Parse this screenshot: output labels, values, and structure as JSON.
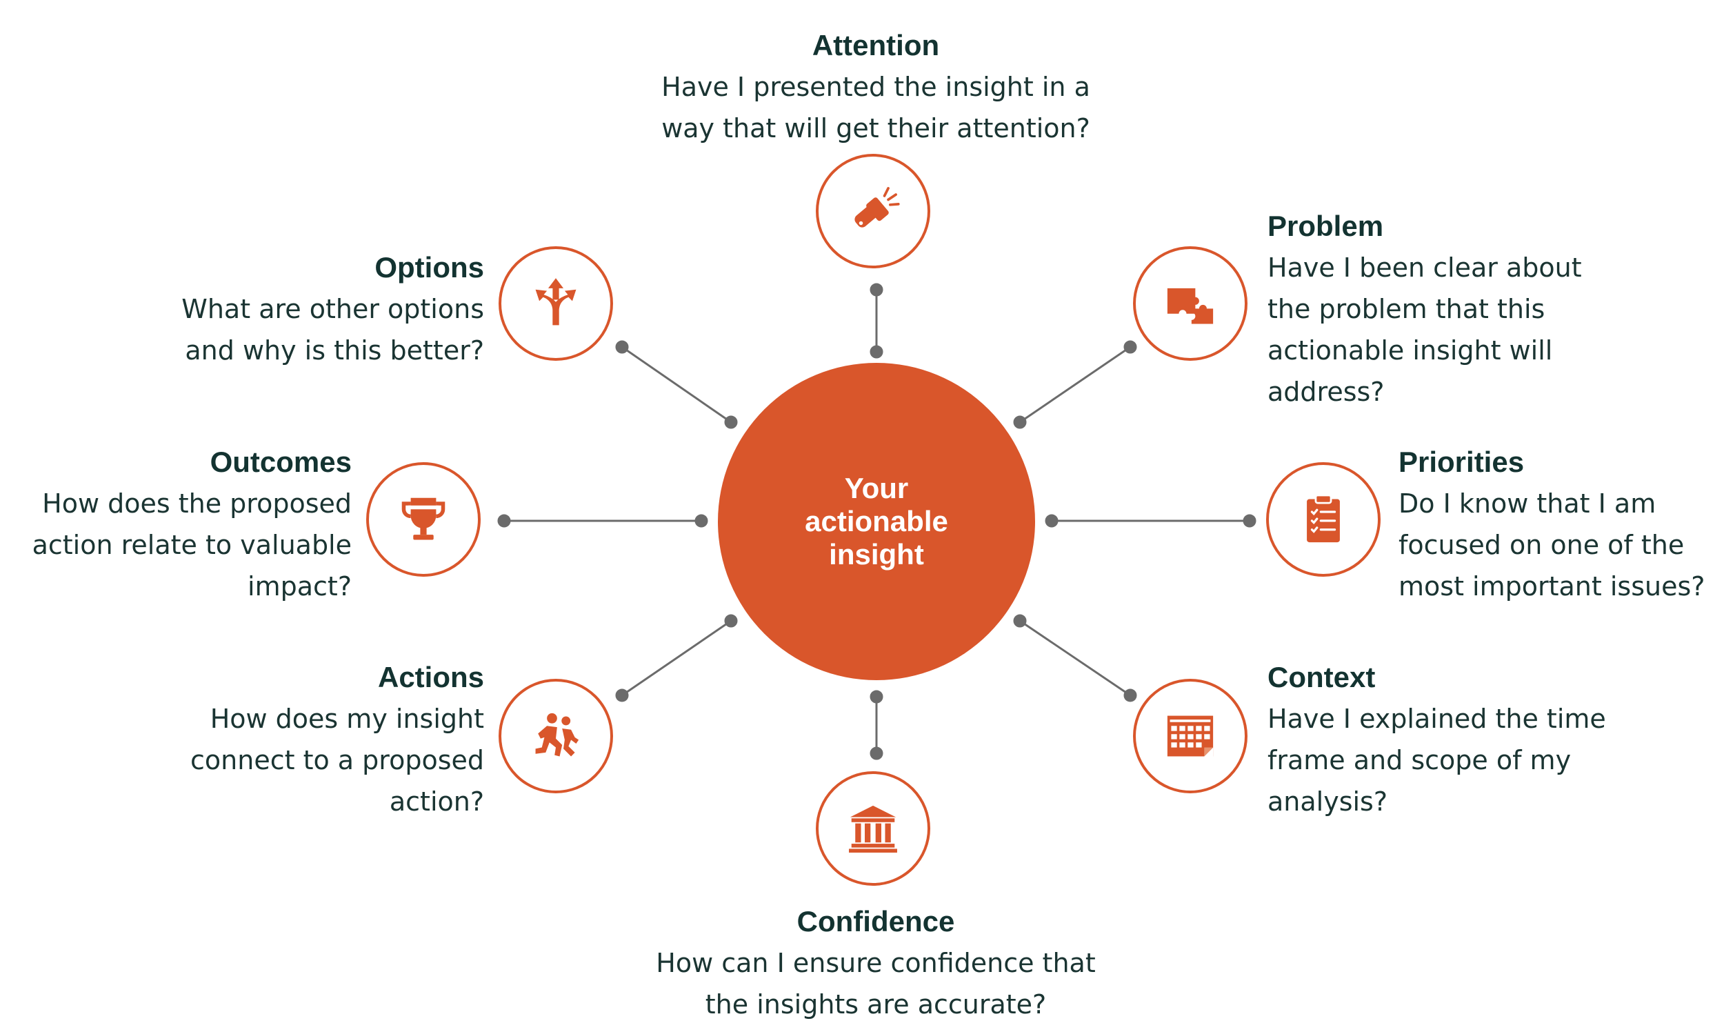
{
  "center": {
    "label": "Your actionable insight"
  },
  "accent_color": "#d9562b",
  "text_color": "#133331",
  "nodes": {
    "attention": {
      "title": "Attention",
      "icon": "flashlight-icon",
      "line1": "Have I presented the insight in a",
      "line2": "way that will get their attention?"
    },
    "problem": {
      "title": "Problem",
      "icon": "puzzle-icon",
      "line1": "Have I been clear about",
      "line2": "the problem that this",
      "line3": "actionable insight will",
      "line4": "address?"
    },
    "priorities": {
      "title": "Priorities",
      "icon": "clipboard-checklist-icon",
      "line1": "Do I know that I am",
      "line2": "focused on one of the",
      "line3": "most important issues?"
    },
    "context": {
      "title": "Context",
      "icon": "calendar-icon",
      "line1": "Have I explained the time",
      "line2": "frame and scope of my",
      "line3": "analysis?"
    },
    "confidence": {
      "title": "Confidence",
      "icon": "bank-building-icon",
      "line1": "How can I ensure confidence that",
      "line2": "the insights are accurate?"
    },
    "actions": {
      "title": "Actions",
      "icon": "running-people-icon",
      "line1": "How does my insight",
      "line2": "connect to a proposed",
      "line3": "action?"
    },
    "outcomes": {
      "title": "Outcomes",
      "icon": "trophy-icon",
      "line1": "How does the proposed",
      "line2": "action relate to valuable",
      "line3": "impact?"
    },
    "options": {
      "title": "Options",
      "icon": "split-arrows-icon",
      "line1": "What are other options",
      "line2": "and why is this better?"
    }
  }
}
